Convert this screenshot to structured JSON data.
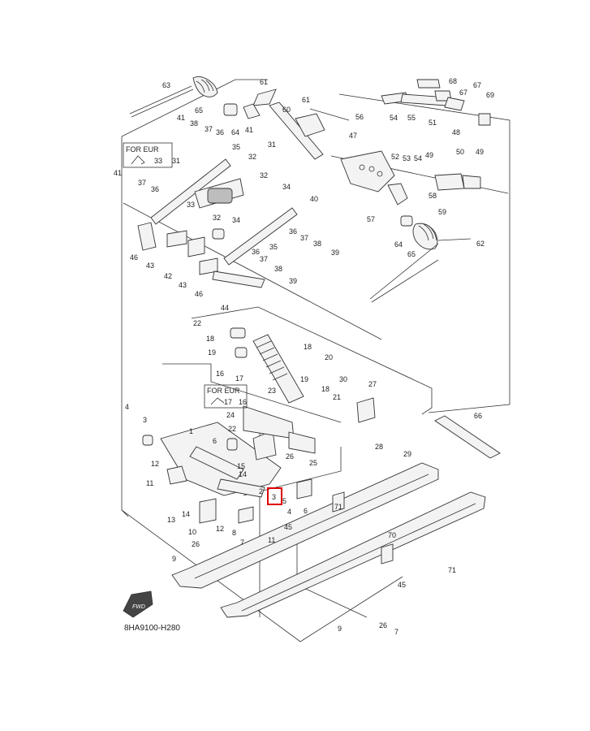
{
  "diagram": {
    "code": "8HA9100-H280",
    "fwd_label": "FWD",
    "for_eur_label": "FOR EUR",
    "highlight_color": "#e00000",
    "highlighted_callout": "3",
    "callouts": {
      "c68": "68",
      "c67a": "67",
      "c67b": "67",
      "c69": "69",
      "c63": "63",
      "c61a": "61",
      "c61b": "61",
      "c65a": "65",
      "c60": "60",
      "c54": "54",
      "c55": "55",
      "c51": "51",
      "c48": "48",
      "c41a": "41",
      "c38a": "38",
      "c37a": "37",
      "c36a": "36",
      "c64a": "64",
      "c41b": "41",
      "c56": "56",
      "c47": "47",
      "c35a": "35",
      "c31a": "31",
      "c33a": "33",
      "c31b": "31",
      "c32a": "32",
      "c32b": "32",
      "c52": "52",
      "c53": "53",
      "c54b": "54",
      "c49a": "49",
      "c50": "50",
      "c49b": "49",
      "c41c": "41",
      "c37b": "37",
      "c36b": "36",
      "c40": "40",
      "c34a": "34",
      "c58": "58",
      "c33b": "33",
      "c32c": "32",
      "c34b": "34",
      "c57": "57",
      "c59": "59",
      "c36c": "36",
      "c37c": "37",
      "c38b": "38",
      "c46a": "46",
      "c43a": "43",
      "c35b": "35",
      "c39a": "39",
      "c64b": "64",
      "c62": "62",
      "c65b": "65",
      "c42": "42",
      "c36d": "36",
      "c37d": "37",
      "c43b": "43",
      "c38c": "38",
      "c46b": "46",
      "c39b": "39",
      "c44": "44",
      "c22a": "22",
      "c18a": "18",
      "c19a": "19",
      "c18b": "18",
      "c20": "20",
      "c16a": "16",
      "c17a": "17",
      "c19b": "19",
      "c30": "30",
      "c27": "27",
      "c17b": "17",
      "c16b": "16",
      "c18c": "18",
      "c21": "21",
      "c23": "23",
      "c4a": "4",
      "c3a": "3",
      "c24": "24",
      "c22b": "22",
      "c66": "66",
      "c1": "1",
      "c28": "28",
      "c29": "29",
      "c25": "25",
      "c26a": "26",
      "c6a": "6",
      "c15": "15",
      "c12a": "12",
      "c14a": "14",
      "c11a": "11",
      "c13": "13",
      "c2": "2",
      "c3b": "3",
      "c5": "5",
      "c6b": "6",
      "c71a": "71",
      "c14b": "14",
      "c10": "10",
      "c12b": "12",
      "c8": "8",
      "c4b": "4",
      "c7a": "7",
      "c45a": "45",
      "c11b": "11",
      "c70": "70",
      "c71b": "71",
      "c26b": "26",
      "c9a": "9",
      "c45b": "45",
      "c9b": "9",
      "c26c": "26",
      "c7b": "7"
    }
  }
}
